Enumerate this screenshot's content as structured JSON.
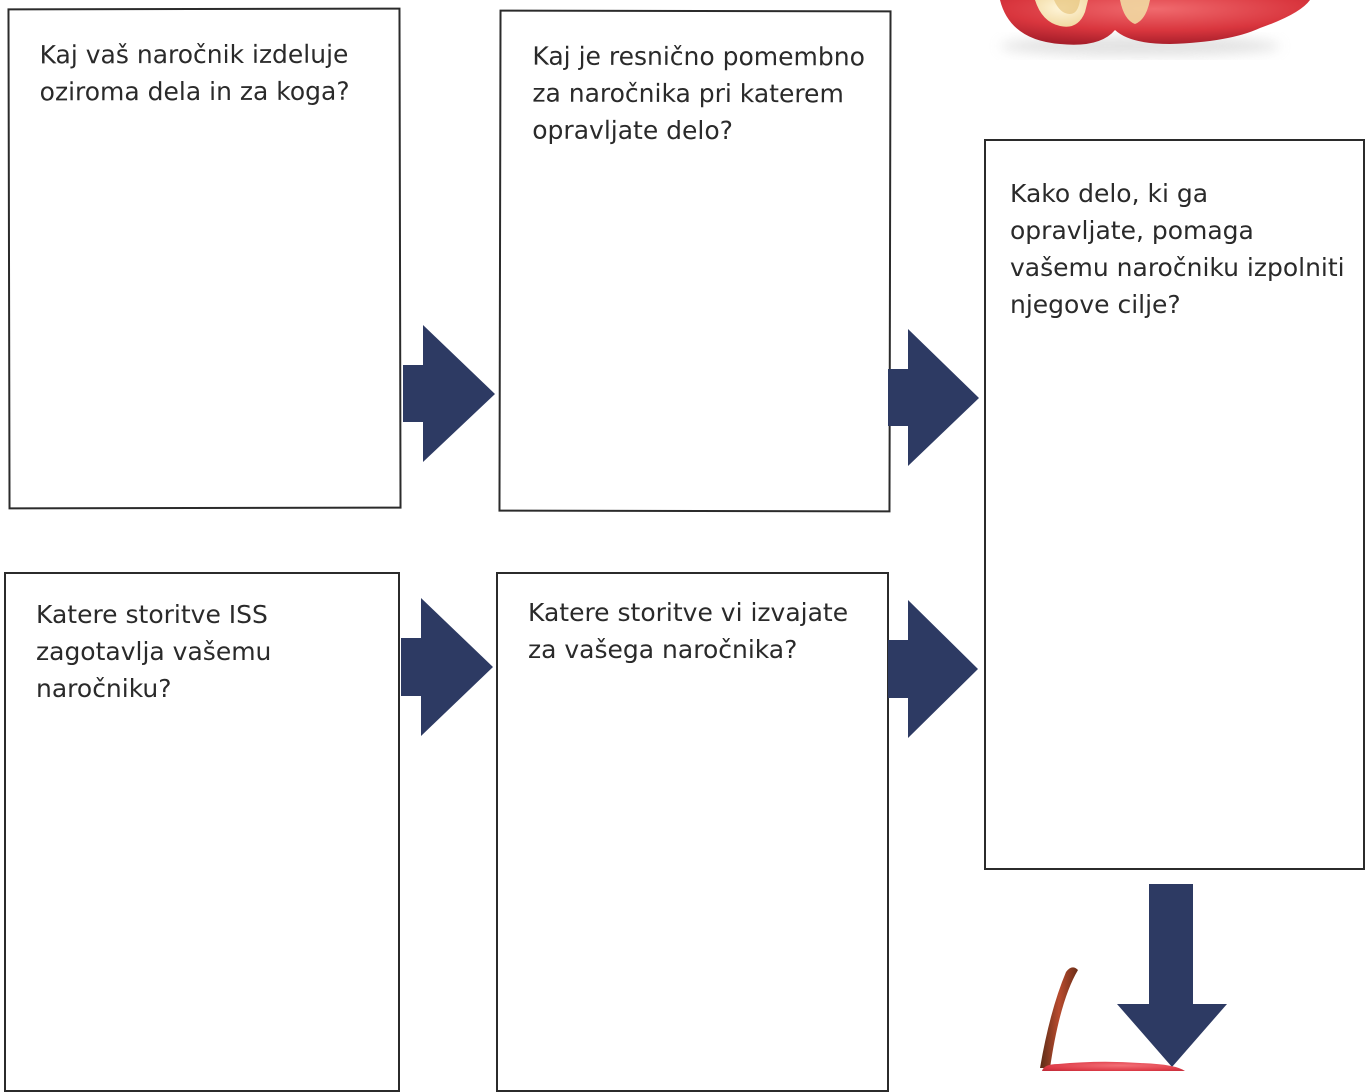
{
  "boxes": {
    "client_output": "Kaj vaš naročnik izdeluje oziroma dela in za koga?",
    "client_priorities": "Kaj je resnično pomembno za naročnika pri katerem opravljate delo?",
    "client_goals": "Kako delo, ki ga opravljate, pomaga vašemu naročniku izpolniti njegove cilje?",
    "iss_services": "Katere storitve ISS zagotavlja vašemu naročniku?",
    "your_services": "Katere storitve vi izvajate za vašega naročnika?"
  },
  "colors": {
    "arrow": "#2d3a63",
    "border": "#2b2b2b",
    "text": "#2a2a2a",
    "apple_red": "#d9363e"
  },
  "icons": {
    "arrow": "block-arrow-icon",
    "apple_top": "apple-slice-icon",
    "apple_bottom": "apple-icon"
  }
}
